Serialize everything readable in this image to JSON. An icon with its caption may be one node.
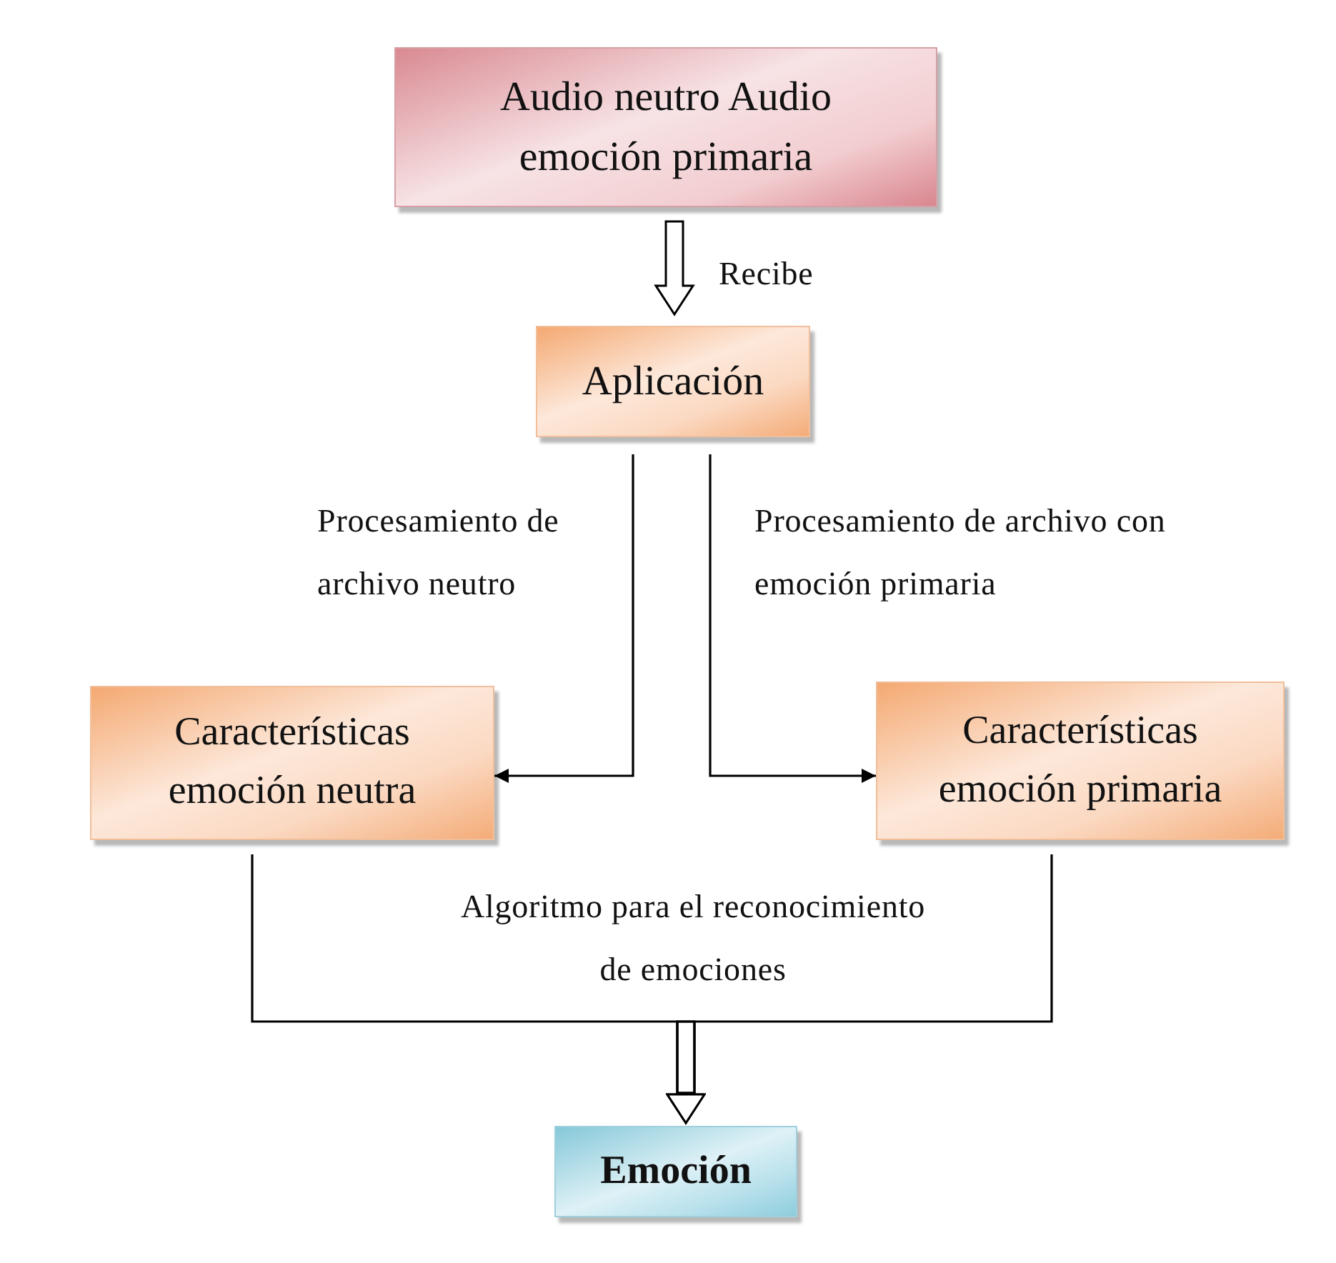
{
  "diagram": {
    "nodes": [
      {
        "text": [
          "Audio neutro Audio emoción primaria"
        ]
      },
      {
        "text": [
          "Aplicación"
        ]
      },
      {
        "text": [
          "Características emoción neutra"
        ]
      },
      {
        "text": [
          "Características emoción primaria"
        ]
      },
      {
        "text": [
          "Emoción"
        ]
      }
    ],
    "edges": [
      {
        "from": 0,
        "to": 1,
        "arrow": "to",
        "style": "thick",
        "label": "Recibe"
      },
      {
        "from": 1,
        "to": 2,
        "arrow": "to",
        "label": "Procesamiento de archivo neutro"
      },
      {
        "from": 1,
        "to": 3,
        "arrow": "to",
        "label": "Procesamiento de archivo con emoción primaria"
      },
      {
        "from": 2,
        "to": 4,
        "arrow": "to",
        "label": "Algoritmo para el reconocimiento de emociones"
      },
      {
        "from": 3,
        "to": 4,
        "arrow": "to"
      }
    ]
  }
}
